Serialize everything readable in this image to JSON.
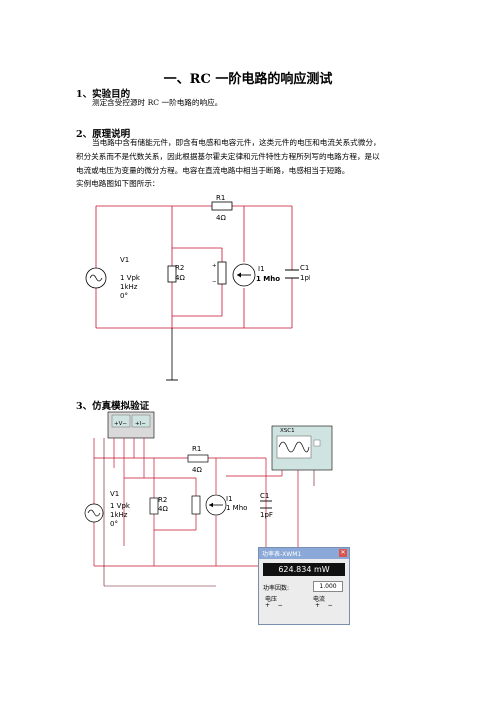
{
  "title": "一、RC 一阶电路的响应测试",
  "s1": {
    "heading": "1、实验目的",
    "text": "测定含受控源时 RC 一阶电路的响应。"
  },
  "s2": {
    "heading": "2、原理说明",
    "lines": [
      "当电路中含有储能元件，即含有电感和电容元件，这类元件的电压和电流关系式微分，",
      "积分关系而不是代数关系，因此根据基尔霍夫定律和元件特性方程所列写的电路方程，是以",
      "电流或电压为变量的微分方程。电容在直流电路中相当于断路，电感相当于短路。",
      "实例电路图如下图所示："
    ]
  },
  "s3": {
    "heading": "3、仿真模拟验证"
  },
  "circuit1": {
    "r1_name": "R1",
    "r1_val": "4Ω",
    "v1_name": "V1",
    "v1_amp": "1 Vpk",
    "v1_freq": "1kHz",
    "v1_phase": "0°",
    "r2_name": "R2",
    "r2_val": "4Ω",
    "i1_name": "I1",
    "i1_val": "1 Mho",
    "c1_name": "C1",
    "c1_val": "1pF"
  },
  "circuit2": {
    "r1_name": "R1",
    "r1_val": "4Ω",
    "v1_name": "V1",
    "v1_amp": "1 Vpk",
    "v1_freq": "1kHz",
    "v1_phase": "0°",
    "r2_name": "R2",
    "r2_val": "4Ω",
    "i1_name": "I1",
    "i1_val": "1 Mho",
    "c1_name": "C1",
    "c1_val": "1pF",
    "scope_name": "XSC1"
  },
  "wattmeter": {
    "title": "功率表-XWM1",
    "reading": "624.834 mW",
    "pf_label": "功率因数:",
    "pf_value": "1.000",
    "voltage_label": "电压",
    "current_label": "电流"
  },
  "colors": {
    "wire": "#c8102e",
    "wire_dark": "#6a0d1a",
    "scope_body": "#cfe3e0",
    "window_title": "#8aa8d8",
    "display_bg": "#111111",
    "display_fg": "#ffffff"
  }
}
